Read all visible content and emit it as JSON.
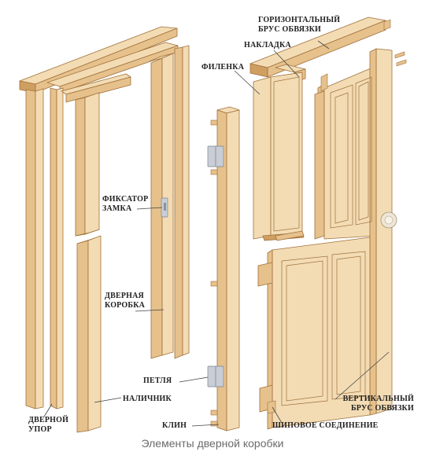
{
  "labels": {
    "horizontal_rail": [
      "ГОРИЗОНТАЛЬНЫЙ",
      "БРУС ОБВЯЗКИ"
    ],
    "overlay": "НАКЛАДКА",
    "panel": "ФИЛЕНКА",
    "lock_latch": [
      "ФИКСАТОР",
      "ЗАМКА"
    ],
    "door_frame": [
      "ДВЕРНАЯ",
      "КОРОБКА"
    ],
    "hinge": "ПЕТЛЯ",
    "casing": "НАЛИЧНИК",
    "door_stop": [
      "ДВЕРНОЙ",
      "УПОР"
    ],
    "wedge": "КЛИН",
    "tenon_joint": "ШИПОВОЕ СОЕДИНЕНИЕ",
    "vertical_stile": [
      "ВЕРТИКАЛЬНЫЙ",
      "БРУС ОБВЯЗКИ"
    ]
  },
  "caption": "Элементы дверной коробки",
  "colors": {
    "wood_light": "#f3dcb4",
    "wood_mid": "#e6c18c",
    "wood_dark": "#cf9f62",
    "outline": "#a0703a",
    "metal": "#c9ced6"
  }
}
